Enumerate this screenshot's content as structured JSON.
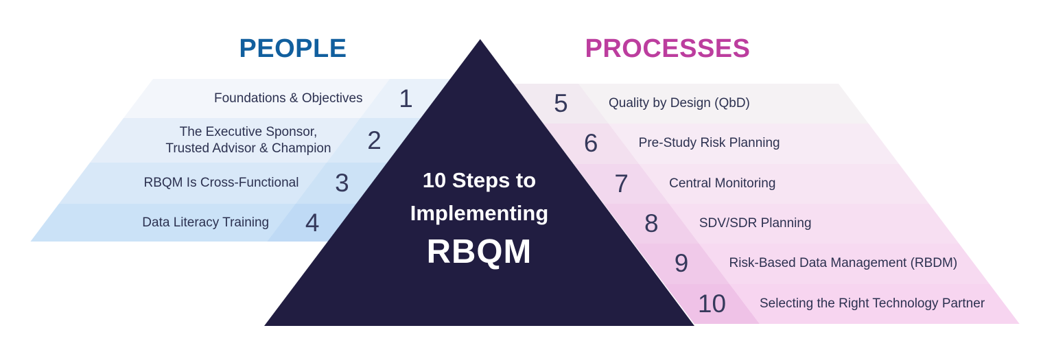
{
  "header": {
    "people": "PEOPLE",
    "processes": "PROCESSES"
  },
  "pyramid": {
    "title_line1": "10 Steps to",
    "title_line2": "Implementing",
    "title_line3": "RBQM"
  },
  "steps_left": [
    {
      "number": "1",
      "label": "Foundations & Objectives"
    },
    {
      "number": "2",
      "label": "The Executive Sponsor,\nTrusted Advisor & Champion"
    },
    {
      "number": "3",
      "label": "RBQM Is Cross-Functional"
    },
    {
      "number": "4",
      "label": "Data Literacy Training"
    }
  ],
  "steps_right": [
    {
      "number": "5",
      "label": "Quality by Design (QbD)"
    },
    {
      "number": "6",
      "label": "Pre-Study Risk Planning"
    },
    {
      "number": "7",
      "label": "Central Monitoring"
    },
    {
      "number": "8",
      "label": "SDV/SDR Planning"
    },
    {
      "number": "9",
      "label": "Risk-Based Data Management (RBDM)"
    },
    {
      "number": "10",
      "label": "Selecting the Right Technology Partner"
    }
  ],
  "colors": {
    "people_heading": "#115F9E",
    "processes_heading": "#BC3D9E",
    "pyramid_bg": "#211D41",
    "pyramid_text": "#FFFFFF",
    "step_number_text": "#35395B",
    "step_label_text": "#2C3150",
    "left_rows": [
      {
        "label_bg": "#F3F6FB",
        "number_bg": "#E9F1FA"
      },
      {
        "label_bg": "#E5EEF9",
        "number_bg": "#D9E9F8"
      },
      {
        "label_bg": "#D8E8F8",
        "number_bg": "#CCE2F6"
      },
      {
        "label_bg": "#CBE2F7",
        "number_bg": "#BFDAF5"
      }
    ],
    "right_rows": [
      {
        "label_bg": "#F5F2F4",
        "number_bg": "#F2EAF1"
      },
      {
        "label_bg": "#F7EBF5",
        "number_bg": "#F3E0EF"
      },
      {
        "label_bg": "#F7E5F3",
        "number_bg": "#F2D8EE"
      },
      {
        "label_bg": "#F7DFF2",
        "number_bg": "#F1D0EB"
      },
      {
        "label_bg": "#F7DAF1",
        "number_bg": "#F0C9E9"
      },
      {
        "label_bg": "#F7D5F0",
        "number_bg": "#EFC2E7"
      }
    ]
  }
}
